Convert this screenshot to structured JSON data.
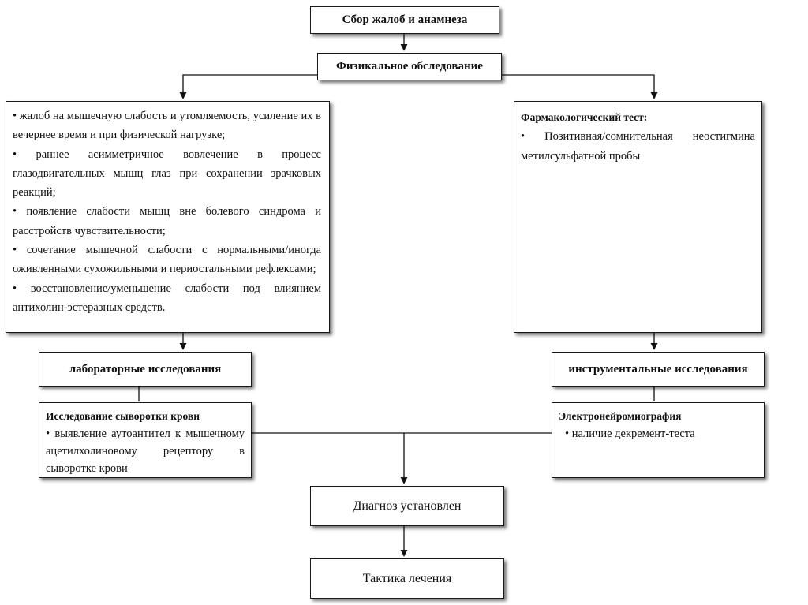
{
  "nodes": {
    "complaints": "Сбор жалоб и анамнеза",
    "physical": "Физикальное обследование",
    "symptoms": [
      "жалоб на мышечную слабость и утомляемость, усиление их в вечернее время и при физической нагрузке;",
      "раннее асимметричное вовлечение в процесс глазодвигательных мышц глаз при сохранении зрачковых реакций;",
      "появление слабости мышц вне болевого синдрома и расстройств чувствительности;",
      "сочетание мышечной слабости с нормальными/иногда оживленными сухожильными и периостальными рефлексами;",
      "восстановление/уменьшение слабости под влиянием антихолин-эстеразных средств."
    ],
    "pharm_title": "Фармакологический тест:",
    "pharm_items": [
      "Позитивная/сомнительная неостигмина метилсульфатной пробы"
    ],
    "lab": "лабораторные исследования",
    "instr": "инструментальные исследования",
    "serum_title": "Исследование сыворотки крови",
    "serum_items": [
      "выявление аутоантител к мышечному ацетилхолиновому рецептору в сыворотке крови"
    ],
    "enmg_title": "Электронейромиография",
    "enmg_items": [
      "наличие декремент-теста"
    ],
    "diagnosis": "Диагноз установлен",
    "treatment": "Тактика лечения"
  }
}
